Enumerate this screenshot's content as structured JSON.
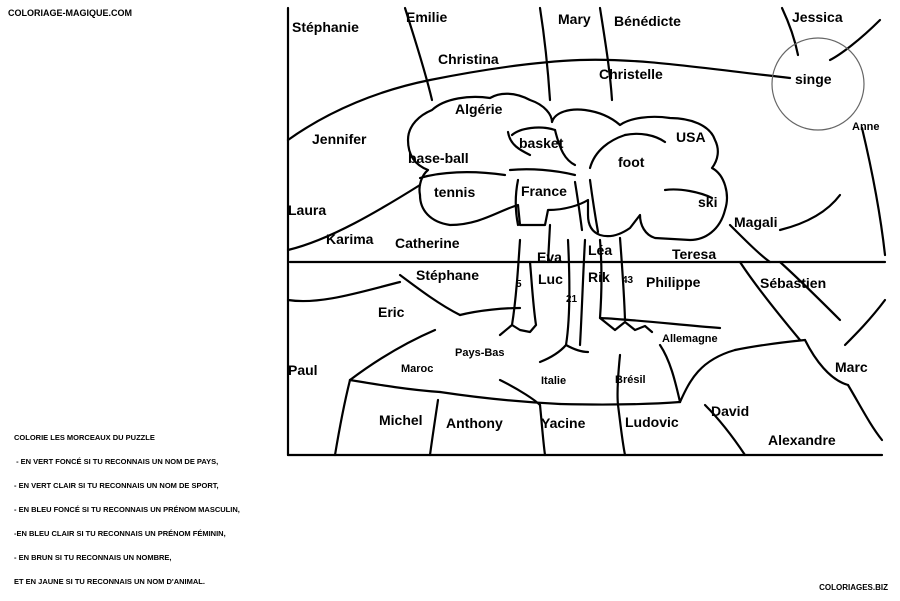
{
  "header": {
    "site": "COLORIAGE-MAGIQUE.COM"
  },
  "footer": {
    "site": "COLORIAGES.BIZ"
  },
  "instructions": {
    "title": "Colorie les morceaux du puzzle",
    "lines": [
      " - en vert foncé si tu reconnais un nom de pays,",
      "- en vert clair si tu reconnais un nom de sport,",
      "- en bleu foncé si tu reconnais un prénom masculin,",
      "-en bleu clair si tu reconnais un prénom féminin,",
      "- en brun si tu reconnais un nombre,",
      "et en jaune si tu reconnais un nom d'animal."
    ]
  },
  "labels": {
    "stephanie": "Stéphanie",
    "emilie": "Emilie",
    "mary": "Mary",
    "benedicte": "Bénédicte",
    "jessica": "Jessica",
    "christina": "Christina",
    "christelle": "Christelle",
    "singe": "singe",
    "anne": "Anne",
    "algerie": "Algérie",
    "jennifer": "Jennifer",
    "basket": "basket",
    "usa": "USA",
    "baseball": "base-ball",
    "foot": "foot",
    "tennis": "tennis",
    "france": "France",
    "ski": "ski",
    "laura": "Laura",
    "magali": "Magali",
    "karima": "Karima",
    "catherine": "Catherine",
    "eva": "Eva",
    "lea": "Léa",
    "teresa": "Teresa",
    "stephane": "Stéphane",
    "five": "5",
    "luc": "Luc",
    "rik": "Rik",
    "fortythree": "43",
    "philippe": "Philippe",
    "sebastien": "Sébastien",
    "twentyone": "21",
    "eric": "Eric",
    "allemagne": "Allemagne",
    "paysbas": "Pays-Bas",
    "maroc": "Maroc",
    "paul": "Paul",
    "marc": "Marc",
    "italie": "Italie",
    "bresil": "Brésil",
    "david": "David",
    "michel": "Michel",
    "anthony": "Anthony",
    "yacine": "Yacine",
    "ludovic": "Ludovic",
    "alexandre": "Alexandre"
  }
}
